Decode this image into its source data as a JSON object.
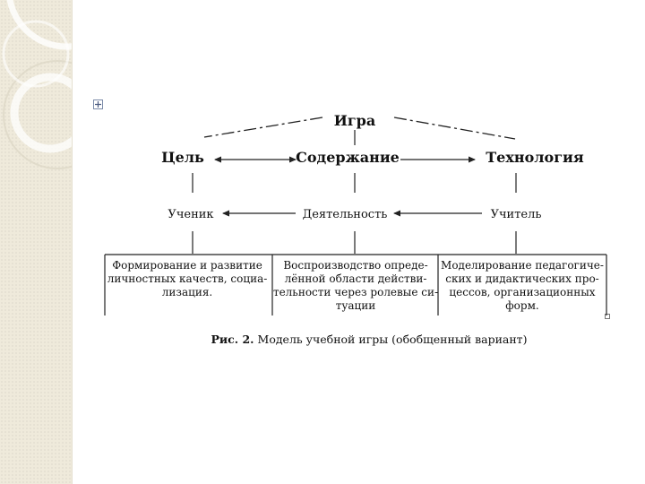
{
  "diagram": {
    "root": "Игра",
    "level1": [
      "Цель",
      "Содержание",
      "Технология"
    ],
    "level2": [
      "Ученик",
      "Деятельность",
      "Учитель"
    ],
    "cells": [
      [
        "Формирование и развитие",
        "личностных качеств, социа-",
        "лизация."
      ],
      [
        "Воспроизводство опреде-",
        "лённой области действи-",
        "тельности через ролевые си-",
        "туации"
      ],
      [
        "Моделирование педагогиче-",
        "ских и дидактических про-",
        "цессов, организационных",
        "форм."
      ]
    ],
    "caption_bold": "Рис. 2.",
    "caption_text": " Модель учебной игры (обобщенный вариант)"
  },
  "colors": {
    "sidebar": "#efeadb",
    "sidebar_circles": "#dcd6c4",
    "lines": "#222222"
  }
}
